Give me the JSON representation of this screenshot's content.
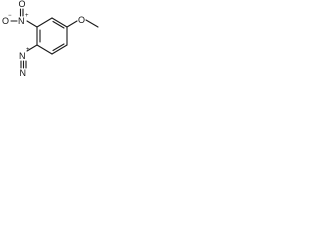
{
  "molecule": {
    "atoms": {
      "nitro_o_top": "O",
      "nitro_n": "N",
      "nitro_charge": "+",
      "nitro_o_left": "O",
      "nitro_o_left_charge": "−",
      "ether_o": "O",
      "diazo_n_inner": "N",
      "diazo_charge": "+",
      "diazo_n_outer": "N"
    },
    "substituents": [
      "nitro",
      "methoxy",
      "diazonium"
    ],
    "ring": "benzene"
  }
}
